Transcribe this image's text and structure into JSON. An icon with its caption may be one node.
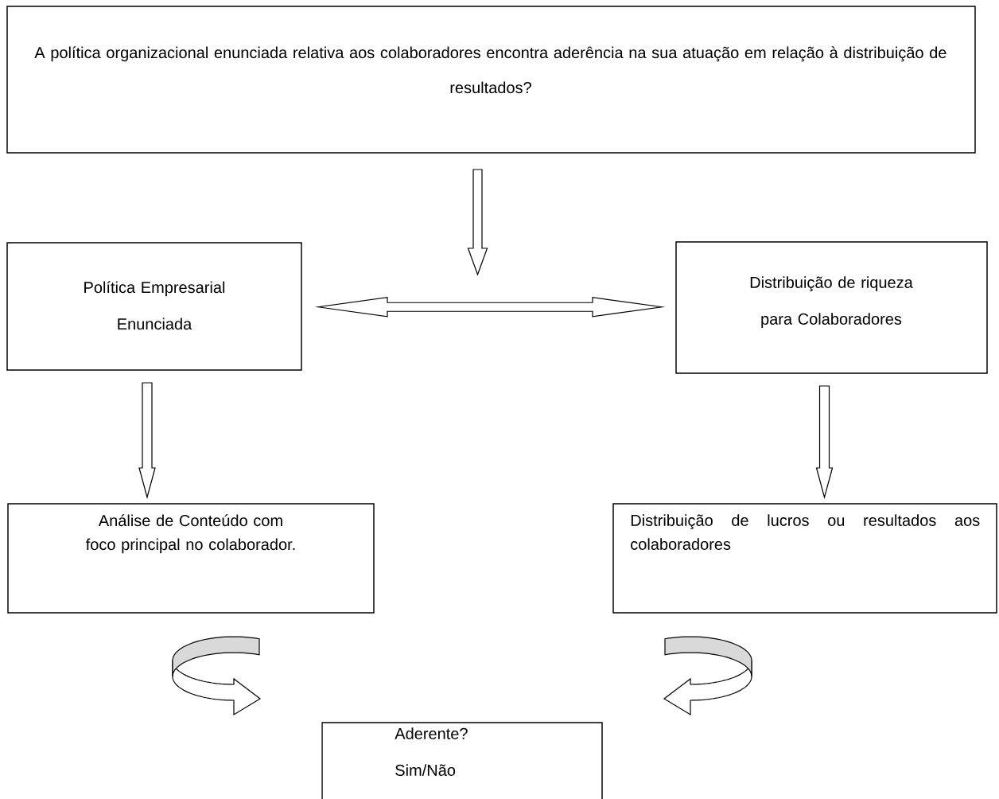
{
  "diagram": {
    "nodes": [
      {
        "text": [
          "A política organizacional enunciada relativa aos colaboradores encontra aderência na sua atuação em relação à distribuição de resultados?"
        ]
      },
      {
        "text": [
          "Política Empresarial Enunciada"
        ]
      },
      {
        "text": [
          "Distribuição de riqueza para Colaboradores"
        ]
      },
      {
        "text": [
          "Análise de Conteúdo com foco principal no colaborador."
        ]
      },
      {
        "text": [
          "Distribuição de lucros ou resultados aos colaboradores"
        ]
      },
      {
        "text": [
          "Aderente?",
          "Sim/Não"
        ]
      }
    ],
    "edges": [
      {
        "from": 0,
        "to": null,
        "arrow": "to"
      },
      {
        "from": 1,
        "to": 2,
        "arrow": "both"
      },
      {
        "from": 1,
        "to": 3,
        "arrow": "to"
      },
      {
        "from": 2,
        "to": 4,
        "arrow": "to"
      },
      {
        "from": 3,
        "to": 5,
        "arrow": "to"
      },
      {
        "from": 4,
        "to": 5,
        "arrow": "to"
      }
    ]
  }
}
